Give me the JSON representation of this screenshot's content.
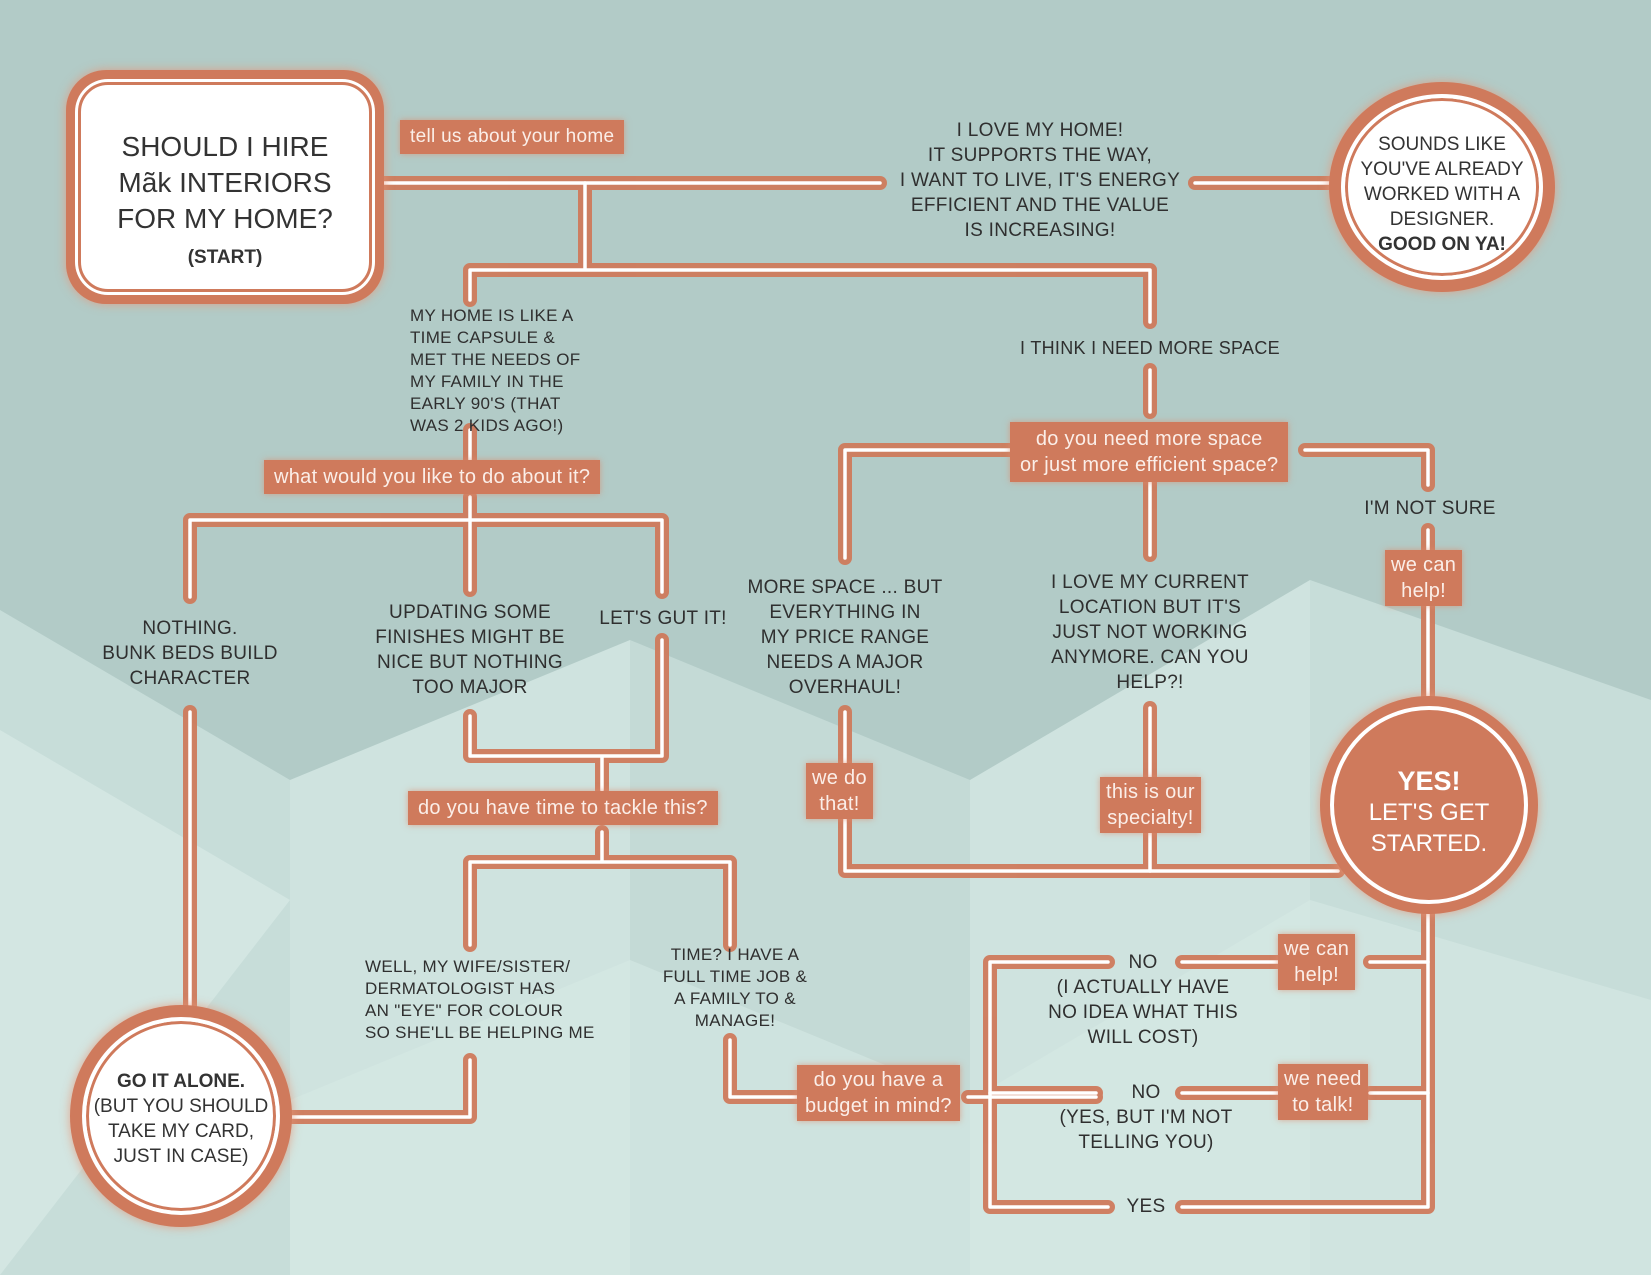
{
  "start": {
    "title_lines": [
      "SHOULD I HIRE",
      "Mãk INTERIORS",
      "FOR MY HOME?"
    ],
    "subtitle": "(START)"
  },
  "end_designer": {
    "lines": [
      "SOUNDS LIKE",
      "YOU'VE ALREADY",
      "WORKED WITH A",
      "DESIGNER."
    ],
    "bold": "GOOD ON YA!"
  },
  "end_yes": {
    "bold": "YES!",
    "lines": [
      "LET'S GET",
      "STARTED."
    ]
  },
  "end_alone": {
    "bold": "GO IT ALONE.",
    "lines": [
      "(BUT YOU SHOULD",
      "TAKE MY CARD,",
      "JUST IN CASE)"
    ]
  },
  "labels": {
    "tell_us": "tell us about your home",
    "what_do": "what would you like to do about it?",
    "time": "do you have time to tackle this?",
    "space": [
      "do you need more space",
      "or just more efficient space?"
    ],
    "we_can_help_1": [
      "we can",
      "help!"
    ],
    "we_do_that": [
      "we do",
      "that!"
    ],
    "specialty": [
      "this is our",
      "specialty!"
    ],
    "budget": [
      "do you have a",
      "budget in mind?"
    ],
    "we_can_help_2": [
      "we can",
      "help!"
    ],
    "we_need_talk": [
      "we need",
      "to talk!"
    ]
  },
  "answers": {
    "love_home": [
      "I LOVE MY HOME!",
      "IT SUPPORTS THE WAY,",
      "I WANT TO LIVE, IT'S ENERGY",
      "EFFICIENT AND THE VALUE",
      "IS INCREASING!"
    ],
    "time_capsule": [
      "MY HOME IS LIKE A",
      "TIME CAPSULE &",
      "MET THE NEEDS OF",
      "MY FAMILY IN THE",
      "EARLY 90'S (THAT",
      "WAS 2 KIDS AGO!)"
    ],
    "more_space": "I THINK I NEED MORE SPACE",
    "not_sure": "I'M NOT SURE",
    "nothing": [
      "NOTHING.",
      "BUNK BEDS BUILD",
      "CHARACTER"
    ],
    "updating": [
      "UPDATING SOME",
      "FINISHES MIGHT BE",
      "NICE BUT NOTHING",
      "TOO MAJOR"
    ],
    "gut": "LET'S GUT IT!",
    "overhaul": [
      "MORE SPACE ... BUT",
      "EVERYTHING IN",
      "MY PRICE RANGE",
      "NEEDS A MAJOR",
      "OVERHAUL!"
    ],
    "location": [
      "I LOVE MY CURRENT",
      "LOCATION BUT IT'S",
      "JUST NOT WORKING",
      "ANYMORE. CAN YOU",
      "HELP?!"
    ],
    "wife": [
      "WELL, MY WIFE/SISTER/",
      "DERMATOLOGIST HAS",
      "AN \"EYE\" FOR COLOUR",
      "SO SHE'LL BE HELPING ME"
    ],
    "full_time": [
      "TIME? I HAVE A",
      "FULL TIME JOB &",
      "A FAMILY TO  &",
      "MANAGE!"
    ],
    "no_idea": [
      "NO",
      "(I ACTUALLY HAVE",
      "NO IDEA WHAT THIS",
      "WILL COST)"
    ],
    "not_telling": [
      "NO",
      "(YES, BUT I'M NOT",
      "TELLING YOU)"
    ],
    "yes": "YES"
  },
  "colors": {
    "background": "#b2cbc7",
    "accent": "#cf7a5c",
    "light_shape": "#cfe3df"
  }
}
